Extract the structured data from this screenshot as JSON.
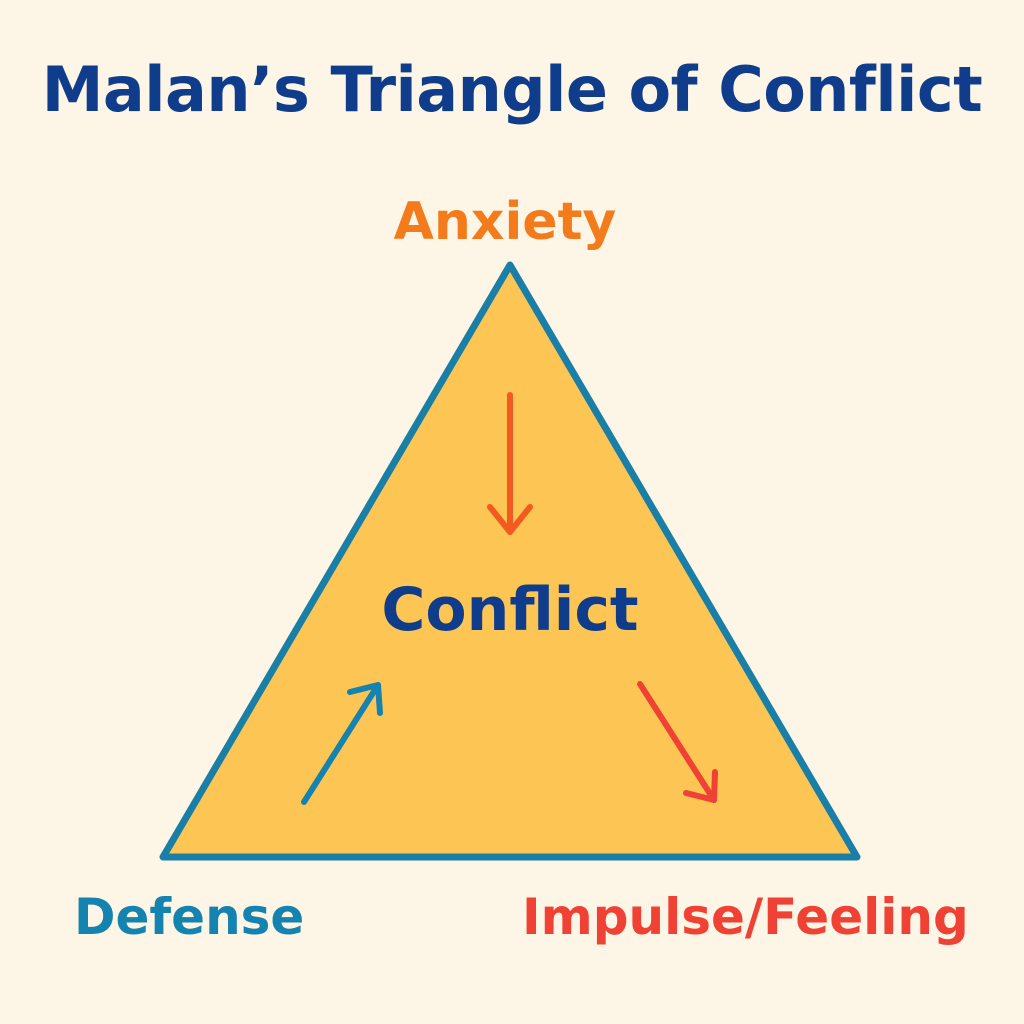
{
  "title": "Malan’s Triangle of Conflict",
  "center_label": "Conflict",
  "vertices": {
    "top": "Anxiety",
    "bottom_left": "Defense",
    "bottom_right": "Impulse/Feeling"
  },
  "colors": {
    "background": "#fdf6e6",
    "title": "#0f3d8c",
    "center": "#0f3d8c",
    "triangle_fill": "#fdc553",
    "triangle_stroke": "#1a7fa6",
    "anxiety": "#f47b1c",
    "defense": "#1583b0",
    "impulse": "#ef4134",
    "arrow_anxiety": "#f25a1f",
    "arrow_defense": "#1583b0",
    "arrow_impulse": "#ef4134"
  },
  "arrows": [
    {
      "from": "Anxiety",
      "to": "Conflict"
    },
    {
      "from": "Defense",
      "to": "Conflict"
    },
    {
      "from": "Conflict",
      "to": "Impulse/Feeling"
    }
  ]
}
